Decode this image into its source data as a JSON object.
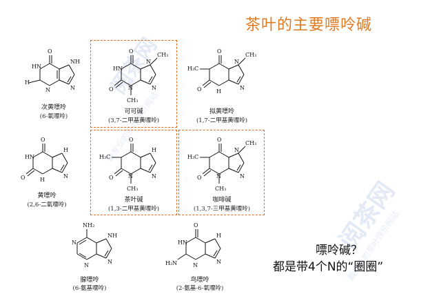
{
  "title": "茶叶的主要嘌呤碱",
  "question": {
    "line1": "嘌呤碱？",
    "line2": "都是带4个N的“圈圈”"
  },
  "watermark": {
    "brand": "阅茶网",
    "brand2": "阅茶网",
    "slogan": "最专业的茶叶评价网站",
    "slogan2": "最专业的茶叶评价网站"
  },
  "molecules": [
    {
      "id": "hypoxanthine",
      "name": "次黄嘌呤",
      "sub": "(6-氧嘌呤)"
    },
    {
      "id": "theobromine",
      "name": "可可碱",
      "sub": "(3,7-二甲基黄嘌呤)"
    },
    {
      "id": "paraxanthine",
      "name": "拟黄嘌呤",
      "sub": "(1,7-二甲基黄嘌呤)"
    },
    {
      "id": "xanthine",
      "name": "黄嘌呤",
      "sub": "(2,6-二氧嘌呤)"
    },
    {
      "id": "theophylline",
      "name": "茶叶碱",
      "sub": "(1,3-二甲基黄嘌呤)"
    },
    {
      "id": "caffeine",
      "name": "咖啡碱",
      "sub": "(1,3,7-三甲基黄嘌呤)"
    },
    {
      "id": "adenine",
      "name": "腺嘌呤",
      "sub": "(6-氨基嘌呤)"
    },
    {
      "id": "guanine",
      "name": "鸟嘌呤",
      "sub": "(2-氨基-6-氧嘌呤)"
    }
  ],
  "atoms": {
    "O": "O",
    "N": "N",
    "NH": "NH",
    "HN": "HN",
    "H": "H",
    "CH3": "CH₃",
    "H3C": "H₃C",
    "NH2": "NH₂",
    "H2N": "H₂N"
  }
}
